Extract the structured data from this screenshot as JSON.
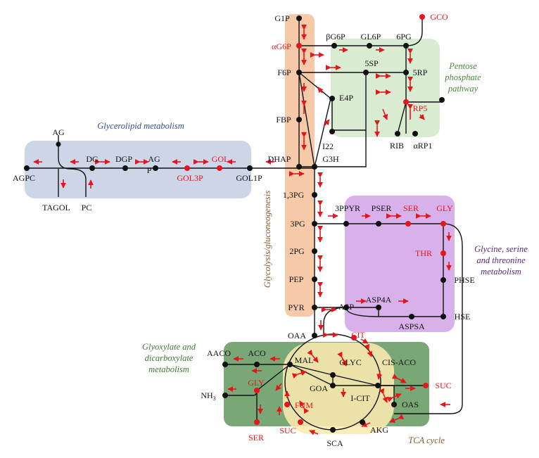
{
  "colors": {
    "edge": "#111111",
    "node_black": "#111111",
    "node_red": "#e8141b",
    "arrow": "#e8141b",
    "label_black": "#111111",
    "label_red": "#e8141b",
    "glycolysis_fill": "#f6c9a8",
    "pentose_fill": "#d9ecd2",
    "pentose_text": "#4a8a3a",
    "glycerolipid_fill": "#cdd6e6",
    "glycerolipid_text": "#2f4f9a",
    "glycine_fill": "#d8b0ea",
    "glycine_text": "#5a2a78",
    "glyoxylate_fill": "#6fa06a",
    "glyoxylate_text": "#3f7a3a",
    "tca_fill": "#fbeab0",
    "tca_text": "#8a5a2a"
  },
  "pathways": {
    "pentose_l1": "Pentose",
    "pentose_l2": "phosphate",
    "pentose_l3": "pathway",
    "glycerolipid": "Glycerolipid metabolism",
    "glycolysis": "Glycolysis/gluconeogenesis",
    "glycine_l1": "Glycine, serine",
    "glycine_l2": "and threonine",
    "glycine_l3": "metabolism",
    "glyoxylate_l1": "Glyoxylate and",
    "glyoxylate_l2": "dicarboxylate",
    "glyoxylate_l3": "metabolism",
    "tca": "TCA cycle"
  },
  "metabolites": {
    "g1p": "G1P",
    "a_g6p": "αG6P",
    "f6p": "F6P",
    "fbp": "FBP",
    "dhap": "DHAP",
    "g3h": "G3H",
    "b_g6p": "βG6P",
    "gl6p": "GL6P",
    "pg6": "6PG",
    "gco": "GCO",
    "sp5": "5SP",
    "rp5_top": "5RP",
    "e4p": "E4P",
    "rp5": "RP5",
    "i22": "I22",
    "rib": "RIB",
    "arp1": "αRP1",
    "ag_top": "AG",
    "dg": "DG",
    "dgp": "DGP",
    "agp_a": "AG",
    "agp_b": "P",
    "gol": "GOL",
    "agpc": "AGPC",
    "gol3p": "GOL3P",
    "gol1p": "GOL1P",
    "tagol": "TAGOL",
    "pc": "PC",
    "pg13": "1,3PG",
    "pg3": "3PG",
    "pg2": "2PG",
    "pep": "PEP",
    "pyr": "PYR",
    "ppyr3": "3PPYR",
    "pser": "PSER",
    "ser_top": "SER",
    "gly_top": "GLY",
    "thr": "THR",
    "phse": "PHSE",
    "asp": "ASP",
    "asp4a": "ASP4A",
    "aspsa": "ASPSA",
    "hse": "HSE",
    "oaa": "OAA",
    "cit": "CIT",
    "aaco": "AACO",
    "aco": "ACO",
    "mal": "MAL",
    "glyc": "GLYC",
    "cis_aco": "CIS-ACO",
    "gly_bottom": "GLY",
    "goa": "GOA",
    "i_cit": "I-CIT",
    "suc_right": "SUC",
    "nh3": "NH",
    "nh3_sub": "3",
    "fum": "FUM",
    "oas": "OAS",
    "suc_bottom": "SUC",
    "akg": "AKG",
    "ser_bottom": "SER",
    "sca": "SCA"
  }
}
